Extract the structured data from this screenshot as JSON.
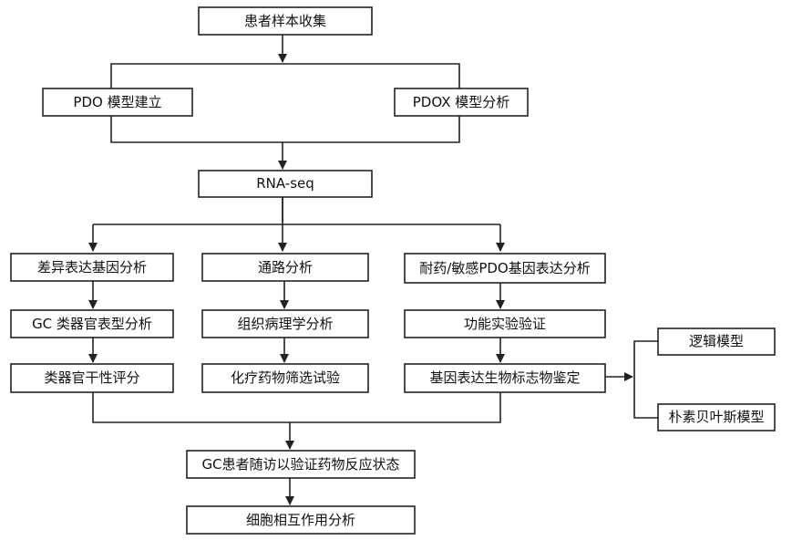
{
  "nodes": {
    "sample_collection": "患者样本收集",
    "pdo_model": "PDO 模型建立",
    "pdox_model": "PDOX 模型分析",
    "rna_seq": "RNA-seq",
    "diff_expression": "差异表达基因分析",
    "pathway": "通路分析",
    "resistance_expression": "耐药/敏感PDO基因表达分析",
    "gc_phenotype": "GC 类器官表型分析",
    "histopathology": "组织病理学分析",
    "functional_validation": "功能实验验证",
    "stemness_score": "类器官干性评分",
    "drug_screening": "化疗药物筛选试验",
    "biomarker_identification": "基因表达生物标志物鉴定",
    "logic_model": "逻辑模型",
    "naive_bayes": "朴素贝叶斯模型",
    "followup": "GC患者随访以验证药物反应状态",
    "cell_interaction": "细胞相互作用分析"
  }
}
